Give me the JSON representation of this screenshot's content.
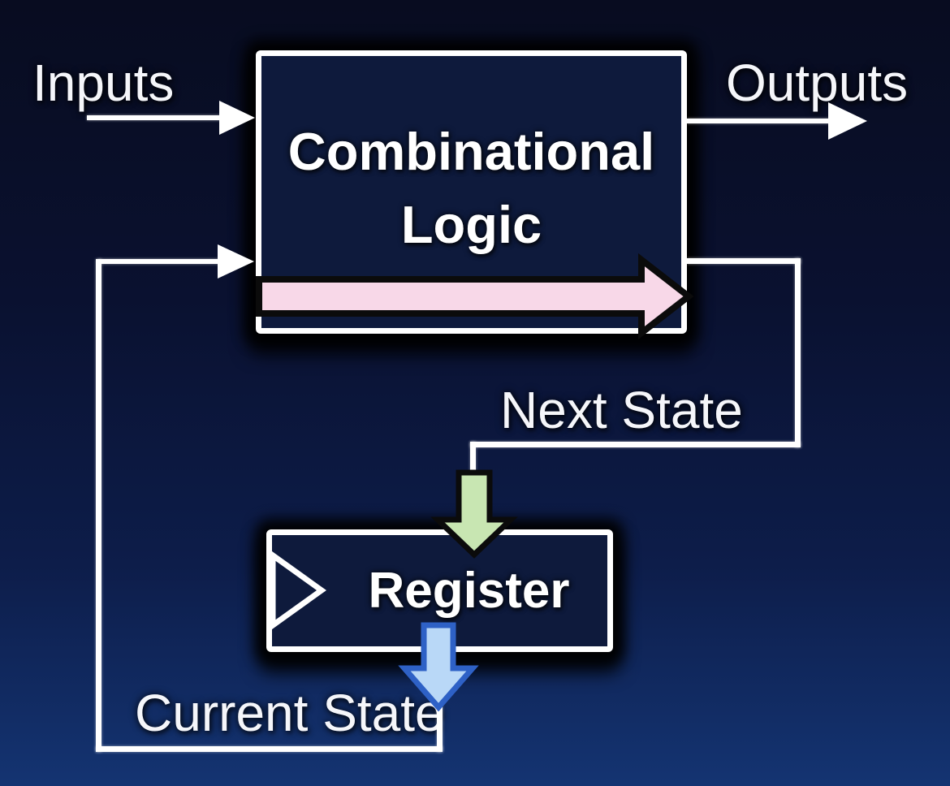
{
  "labels": {
    "inputs": "Inputs",
    "outputs": "Outputs",
    "next_state": "Next State",
    "current_state": "Current State"
  },
  "blocks": {
    "combinational": {
      "line1": "Combinational",
      "line2": "Logic"
    },
    "register": {
      "label": "Register"
    }
  },
  "colors": {
    "background_top": "#080c20",
    "background_bottom": "#143472",
    "box_border": "#ffffff",
    "connector": "#ffffff",
    "pink_arrow_fill": "#f8d8e8",
    "pink_arrow_stroke": "#0b0b0b",
    "green_arrow_fill": "#c8e6b2",
    "green_arrow_stroke": "#0b0b0b",
    "blue_arrow_fill": "#b9d8f7",
    "blue_arrow_stroke": "#2e61c6",
    "clock_triangle_stroke": "#ffffff"
  }
}
